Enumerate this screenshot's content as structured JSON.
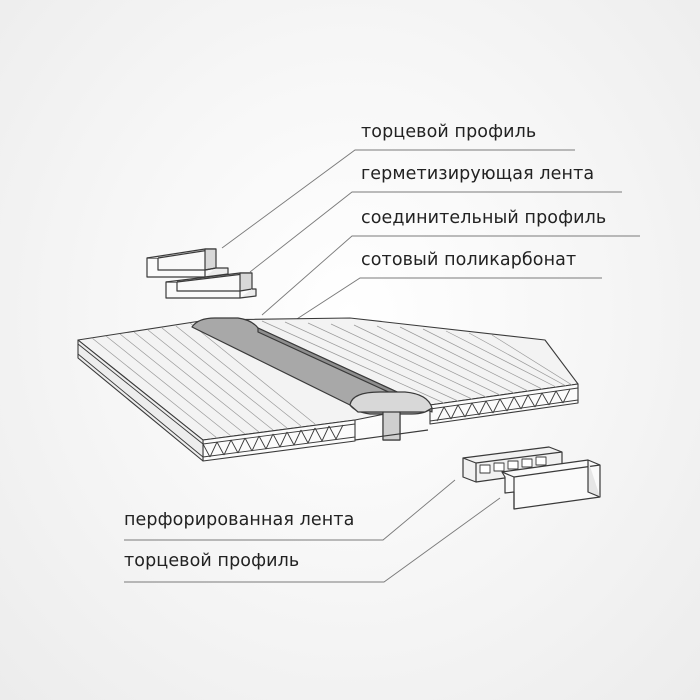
{
  "labels_top": [
    "торцевой профиль",
    "герметизирующая лента",
    "соединительный профиль",
    "сотовый поликарбонат"
  ],
  "labels_bottom": [
    "перфорированная лента",
    "торцевой профиль"
  ],
  "colors": {
    "background": "#f4f4f4",
    "line": "#6f6f6f",
    "outline": "#3a3a3a",
    "panel_face": "#f2f2f2",
    "connector_fill": "#a9a9a9",
    "text": "#222222"
  }
}
